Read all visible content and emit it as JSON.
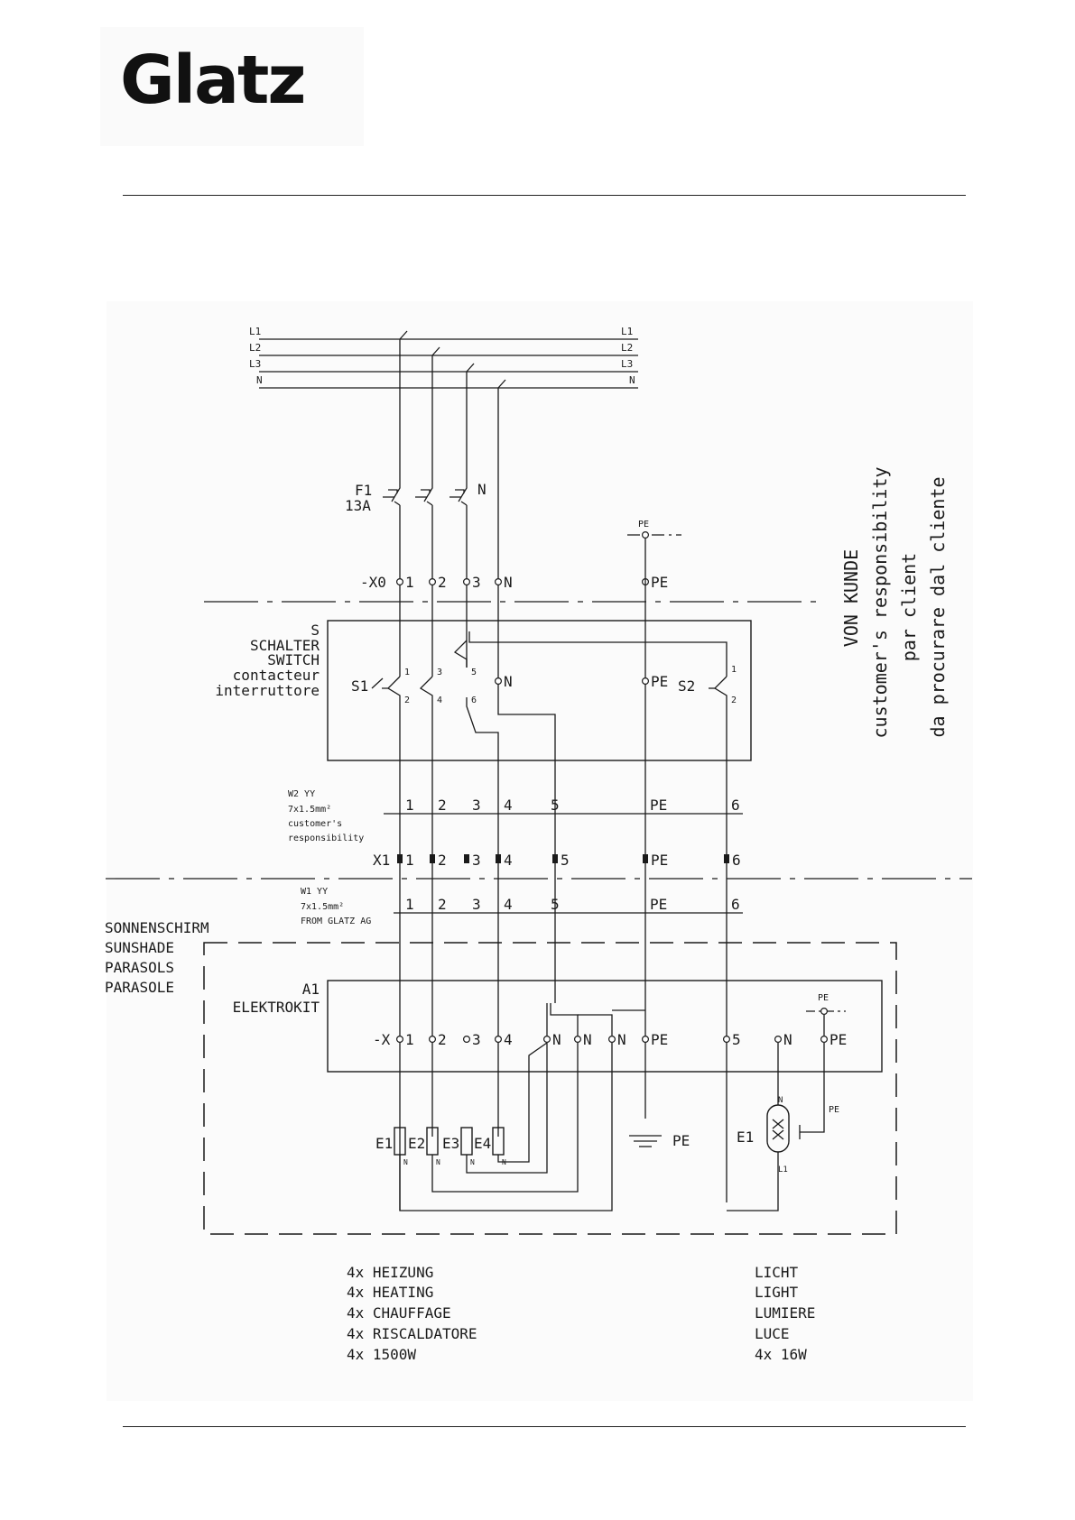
{
  "brand": {
    "logo_text": "Glatz"
  },
  "mains": {
    "left_labels": [
      "L1",
      "L2",
      "L3",
      "N"
    ],
    "right_labels": [
      "L1",
      "L2",
      "L3",
      "N"
    ]
  },
  "fuse": {
    "name": "F1",
    "rating": "13A",
    "neutral_label": "N"
  },
  "terminal_x0": {
    "name": "-X0",
    "terminals": [
      "1",
      "2",
      "3",
      "N",
      "PE"
    ],
    "pe_top_label": "PE"
  },
  "side_note": {
    "line1": "VON KUNDE",
    "line2": "customer's responsibility",
    "line3": "par client",
    "line4": "da procurare dal cliente"
  },
  "switch_box": {
    "title": [
      "S",
      "SCHALTER",
      "SWITCH",
      "contacteur",
      "interruttore"
    ],
    "s1": "S1",
    "s2": "S2",
    "s1_top": [
      "1",
      "3",
      "5"
    ],
    "s1_bottom": [
      "2",
      "4",
      "6"
    ],
    "s2_top": "1",
    "s2_bottom": "2",
    "neutral": "N",
    "pe": "PE"
  },
  "cable_w2": {
    "lines": [
      "W2 YY",
      "7x1.5mm²",
      "customer's",
      "responsibility"
    ],
    "cores": [
      "1",
      "2",
      "3",
      "4",
      "5",
      "PE",
      "6"
    ]
  },
  "terminal_x1": {
    "name": "X1",
    "terminals": [
      "1",
      "2",
      "3",
      "4",
      "5",
      "PE",
      "6"
    ]
  },
  "cable_w1": {
    "lines": [
      "W1 YY",
      "7x1.5mm²",
      "FROM GLATZ AG"
    ],
    "cores": [
      "1",
      "2",
      "3",
      "4",
      "5",
      "PE",
      "6"
    ]
  },
  "parasol": {
    "labels": [
      "SONNENSCHIRM",
      "SUNSHADE",
      "PARASOLS",
      "PARASOLE"
    ]
  },
  "elektrokit": {
    "labels": [
      "A1",
      "ELEKTROKIT"
    ],
    "name": "-X",
    "terminals": [
      "1",
      "2",
      "3",
      "4",
      "N",
      "N",
      "N",
      "PE",
      "5",
      "N",
      "PE"
    ],
    "pe_top_label": "PE"
  },
  "heaters": {
    "labels": [
      "E1",
      "E2",
      "E3",
      "E4"
    ],
    "neutral_marks": [
      "N",
      "N",
      "N",
      "N"
    ]
  },
  "ground": {
    "label": "PE"
  },
  "lamp": {
    "name": "E1",
    "top_label": "N",
    "bottom_label": "L1",
    "pe_label": "PE"
  },
  "legend_heating": {
    "lines": [
      "4x HEIZUNG",
      "4x HEATING",
      "4x CHAUFFAGE",
      "4x RISCALDATORE",
      "4x 1500W"
    ]
  },
  "legend_light": {
    "lines": [
      "LICHT",
      "LIGHT",
      "LUMIERE",
      "LUCE",
      "4x 16W"
    ]
  }
}
